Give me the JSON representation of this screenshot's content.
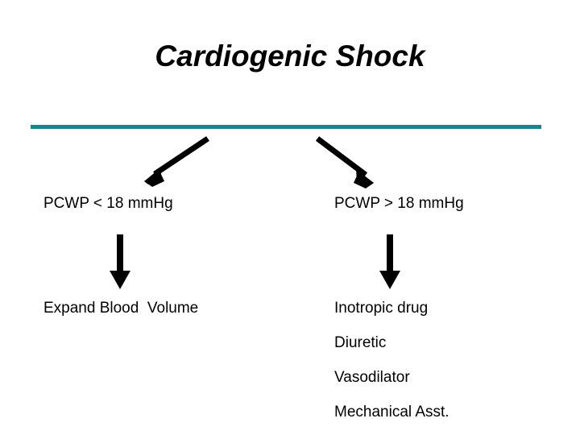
{
  "slide": {
    "title": "Cardiogenic Shock",
    "background_color": "#ffffff",
    "text_color": "#000000"
  },
  "divider": {
    "color": "#17868b",
    "name": "teal-horizontal-rule"
  },
  "branches": {
    "left": {
      "condition": "PCWP < 18 mmHg",
      "treatments": [
        "Expand Blood  Volume"
      ]
    },
    "right": {
      "condition": "PCWP > 18 mmHg",
      "treatments": [
        "Inotropic drug",
        "Diuretic",
        "Vasodilator",
        "Mechanical Asst."
      ]
    }
  },
  "arrows": {
    "branch_left": "diagonal-arrow-down-left",
    "branch_right": "diagonal-arrow-down-right",
    "left_down": "vertical-arrow-down",
    "right_down": "vertical-arrow-down",
    "color": "#000000"
  }
}
